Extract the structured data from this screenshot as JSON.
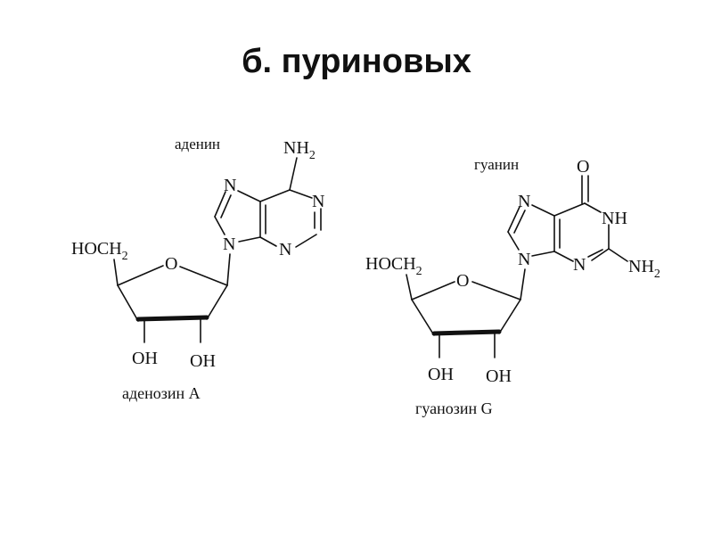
{
  "title": "б. пуриновых",
  "colors": {
    "ink": "#111111",
    "background": "#ffffff"
  },
  "adenosine": {
    "base_label": "аденин",
    "caption": "аденозин А",
    "atoms": {
      "amino": "NH",
      "amino_sub": "2",
      "n7": "N",
      "n1": "N",
      "n9": "N",
      "n3": "N",
      "hoch": "HOCH",
      "hoch_sub": "2",
      "ring_o": "O",
      "oh_left": "OH",
      "oh_right": "OH"
    }
  },
  "guanosine": {
    "base_label": "гуанин",
    "caption": "гуанозин G",
    "atoms": {
      "carbonyl_o": "O",
      "n7": "N",
      "nh": "NH",
      "n9": "N",
      "n3": "N",
      "amino": "NH",
      "amino_sub": "2",
      "hoch": "HOCH",
      "hoch_sub": "2",
      "ring_o": "O",
      "oh_left": "OH",
      "oh_right": "OH"
    }
  }
}
